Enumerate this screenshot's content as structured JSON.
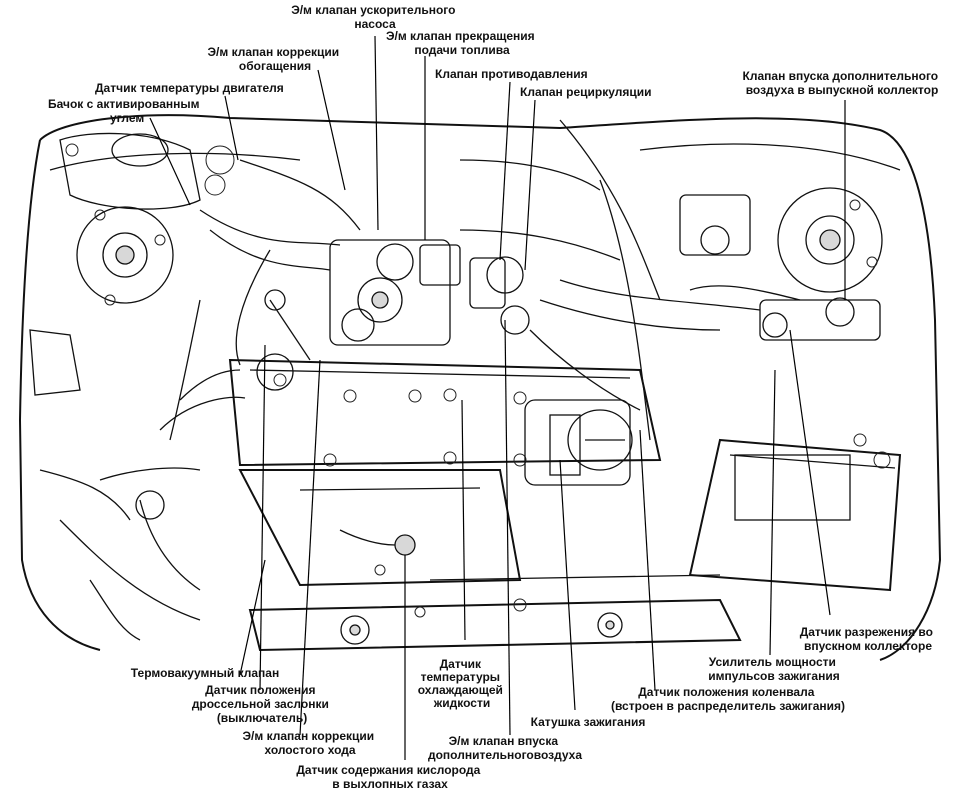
{
  "labels": {
    "accel_pump_valve": [
      "Э/м клапан ускорительного",
      "насоса"
    ],
    "fuel_cut_valve": [
      "Э/м клапан прекращения",
      "подачи топлива"
    ],
    "enrich_correction_valve": [
      "Э/м клапан коррекции",
      "обогащения"
    ],
    "engine_temp_sensor": [
      "Датчик температуры двигателя"
    ],
    "charcoal_canister": [
      "Бачок с активированным",
      "углем"
    ],
    "backpressure_valve": [
      "Клапан противодавления"
    ],
    "egr_valve": [
      "Клапан рециркуляции"
    ],
    "secondary_air_valve": [
      "Клапан впуска дополнительного",
      "воздуха в выпускной коллектор"
    ],
    "manifold_vacuum_sensor": [
      "Датчик разрежения во",
      "впускном коллекторе"
    ],
    "ignition_amplifier": [
      "Усилитель мощности",
      "импульсов зажигания"
    ],
    "crank_position_sensor": [
      "Датчик положения коленвала",
      "(встроен в распределитель зажигания)"
    ],
    "ignition_coil": [
      "Катушка зажигания"
    ],
    "coolant_temp_sensor": [
      "Датчик",
      "температуры",
      "охлаждающей",
      "жидкости"
    ],
    "extra_air_valve": [
      "Э/м клапан впуска",
      "дополнительноговоздуха"
    ],
    "oxygen_sensor": [
      "Датчик содержания кислорода",
      "в выхлопных газах"
    ],
    "idle_correction_valve": [
      "Э/м клапан коррекции",
      "холостого хода"
    ],
    "throttle_position_sensor": [
      "Датчик положения",
      "дроссельной заслонки",
      "(выключатель)"
    ],
    "thermovacuum_valve": [
      "Термовакуумный клапан"
    ]
  }
}
